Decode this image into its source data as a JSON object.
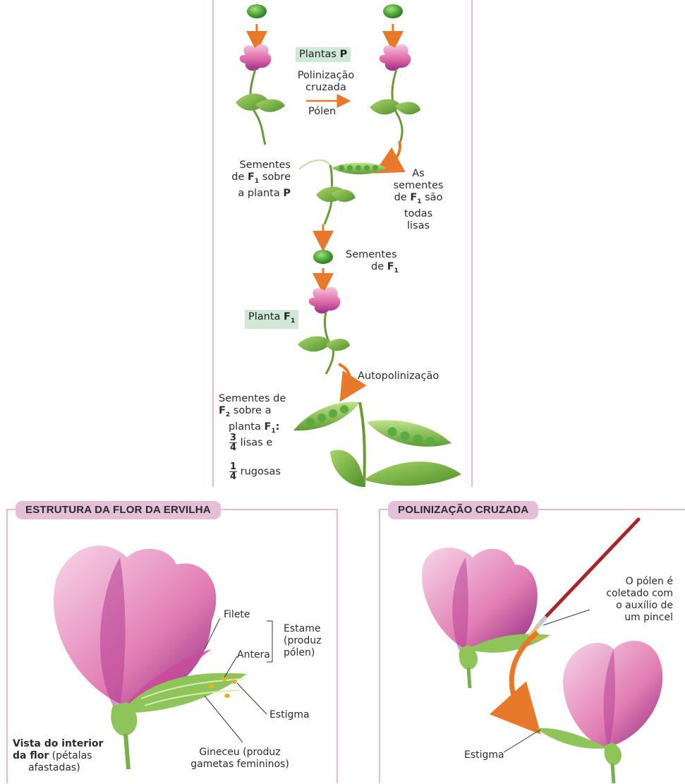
{
  "top_diagram": {
    "plants_p_label": "Plantas",
    "plants_p_bold": "P",
    "pollination_line1": "Polinização",
    "pollination_line2": "cruzada",
    "pollen_label": "Pólen",
    "seeds_f1_on_p": {
      "line1": "Sementes",
      "line2_pre": "de",
      "line2_bold": "F",
      "line2_sub": "1",
      "line2_post": "sobre",
      "line3_pre": "a planta",
      "line3_bold": "P"
    },
    "f1_seeds_all_smooth": {
      "line1": "As",
      "line2": "sementes",
      "line3_pre": "de",
      "line3_bold": "F",
      "line3_sub": "1",
      "line3_post": "são",
      "line4": "todas",
      "line5": "lisas"
    },
    "seeds_f1": {
      "line1": "Sementes",
      "line2_pre": "de",
      "line2_bold": "F",
      "line2_sub": "1"
    },
    "plant_f1": {
      "pre": "Planta",
      "bold": "F",
      "sub": "1"
    },
    "self_pollination": "Autopolinização",
    "seeds_f2": {
      "line1": "Sementes de",
      "line2_bold": "F",
      "line2_sub": "2",
      "line2_post": "sobre a",
      "line3_pre": "planta",
      "line3_bold": "F",
      "line3_sub": "1",
      "line3_post": ":"
    },
    "ratio_smooth": {
      "num": "3",
      "den": "4",
      "text": "lisas e"
    },
    "ratio_wrinkled": {
      "num": "1",
      "den": "4",
      "text": "rugosas"
    }
  },
  "left_panel": {
    "title": "ESTRUTURA DA FLOR DA ERVILHA",
    "filete": "Filete",
    "antera": "Antera",
    "estame": {
      "line1": "Estame",
      "line2": "(produz",
      "line3": "pólen)"
    },
    "estigma": "Estigma",
    "gineceu": {
      "line1": "Gineceu (produz",
      "line2": "gametas femininos)"
    },
    "vista": {
      "bold1": "Vista do interior",
      "bold2": "da flor",
      "rest2": "(pétalas",
      "line3": "afastadas)"
    }
  },
  "right_panel": {
    "title": "POLINIZAÇÃO CRUZADA",
    "pollen_note": {
      "line1": "O pólen é",
      "line2": "coletado com",
      "line3": "o auxílio de",
      "line4": "um pincel"
    },
    "estigma": "Estigma"
  },
  "colors": {
    "panel_border": "#e7b9d8",
    "header_bg": "#e5bfd9",
    "tag_bg": "#cfe9d6",
    "arrow_orange": "#e8782a",
    "petal_pink": "#e06aa8",
    "leaf_green": "#6fae3a",
    "pea_green": "#4ea83a"
  }
}
